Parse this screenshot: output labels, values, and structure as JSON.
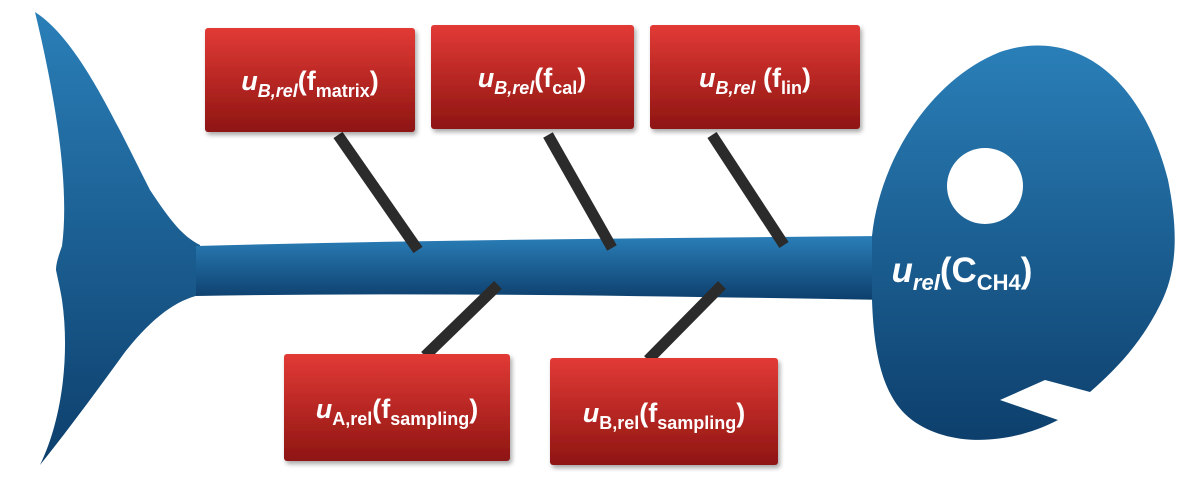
{
  "diagram": {
    "head_label": {
      "u": "u",
      "sub": "rel",
      "open": "(C",
      "inner_sub": "CH4",
      "close": ")"
    },
    "top_boxes": [
      {
        "u": "u",
        "sub": "B,rel",
        "open": "(f",
        "inner_sub": "matrix",
        "close": ")"
      },
      {
        "u": "u",
        "sub": "B,rel",
        "open": "(f",
        "inner_sub": "cal",
        "close": ")"
      },
      {
        "u": "u",
        "sub": "B,rel",
        "open": " (f",
        "inner_sub": "lin",
        "close": ")"
      }
    ],
    "bottom_boxes": [
      {
        "u": "u",
        "sub": "A,rel",
        "open": "(f",
        "inner_sub": "sampling",
        "close": ")"
      },
      {
        "u": "u",
        "sub": "B,rel",
        "open": "(f",
        "inner_sub": "sampling",
        "close": ")"
      }
    ],
    "colors": {
      "fish_top": "#2a7fb8",
      "fish_bottom": "#0d3f6c",
      "box_top": "#e23a36",
      "box_bottom": "#8e1512",
      "bone": "#2b2b2b",
      "text": "#ffffff"
    }
  }
}
